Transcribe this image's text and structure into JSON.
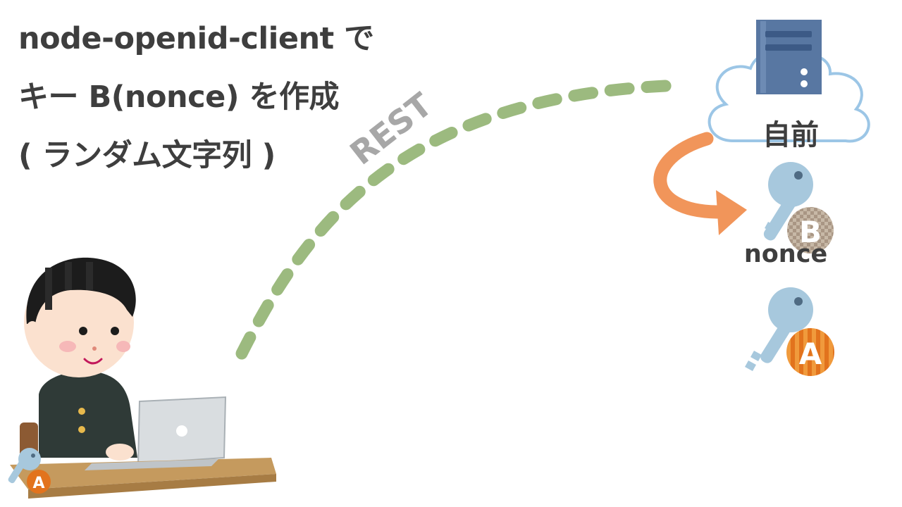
{
  "title": {
    "line1": "node-openid-client で",
    "line2": "キー B(nonce) を作成",
    "line3": "( ランダム文字列 )"
  },
  "connector": {
    "label": "REST",
    "color": "#9cba7f"
  },
  "server": {
    "label": "自前"
  },
  "arrow": {
    "color": "#f1955a"
  },
  "keys": {
    "nonce_badge": "B",
    "nonce_label": "nonce",
    "a_badge": "A",
    "user_badge": "A"
  },
  "colors": {
    "title": "#3e3e3e",
    "rest_label": "#a7a7a7",
    "key": "#a7c8dd",
    "cloud_stroke": "#9cc6e6",
    "server_body": "#5877a2",
    "badge_a": "#e2731d",
    "badge_b": "#b9a895"
  }
}
